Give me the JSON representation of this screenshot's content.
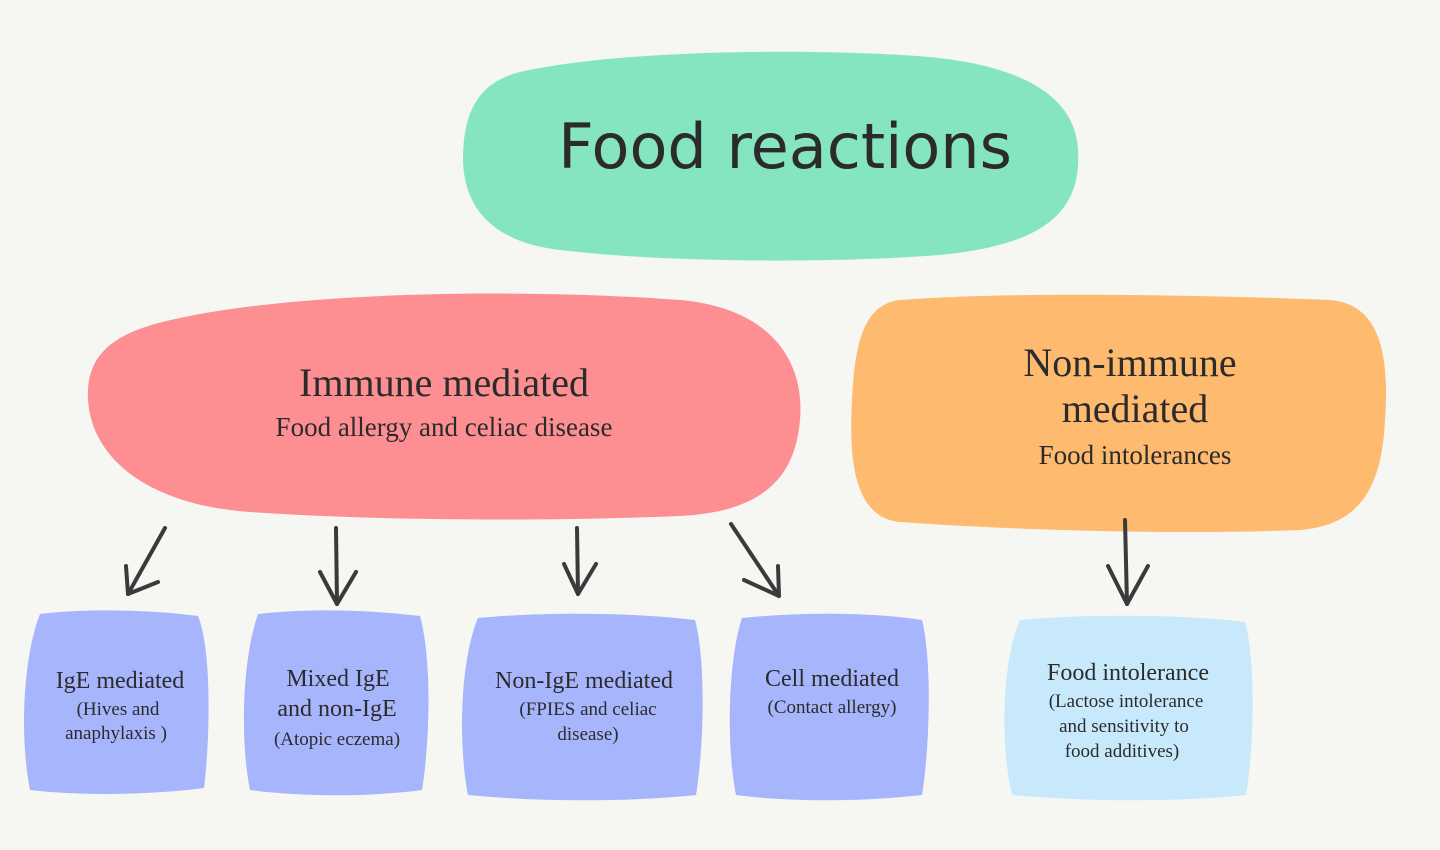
{
  "root": {
    "label": "Food reactions",
    "color": "#86e5c1"
  },
  "categories": [
    {
      "title": "Immune mediated",
      "subtitle": "Food allergy and celiac disease",
      "color": "#fd8f93"
    },
    {
      "title_lines": [
        "Non-immune",
        "mediated"
      ],
      "subtitle": "Food intolerances",
      "color": "#feba6f"
    }
  ],
  "leaves": [
    {
      "lines": [
        "IgE mediated"
      ],
      "sub_lines": [
        "(Hives and",
        "anaphylaxis )"
      ],
      "color": "#a7b5fd"
    },
    {
      "lines": [
        "Mixed IgE",
        "and non-IgE"
      ],
      "sub_lines": [
        "(Atopic eczema)"
      ],
      "color": "#a7b5fd"
    },
    {
      "lines": [
        "Non-IgE mediated"
      ],
      "sub_lines": [
        "(FPIES and celiac",
        "disease)"
      ],
      "color": "#a7b5fd"
    },
    {
      "lines": [
        "Cell mediated"
      ],
      "sub_lines": [
        "(Contact allergy)"
      ],
      "color": "#a7b5fd"
    },
    {
      "lines": [
        "Food intolerance"
      ],
      "sub_lines": [
        "(Lactose intolerance",
        "and sensitivity to",
        "food additives)"
      ],
      "color": "#c8e9fc"
    }
  ]
}
